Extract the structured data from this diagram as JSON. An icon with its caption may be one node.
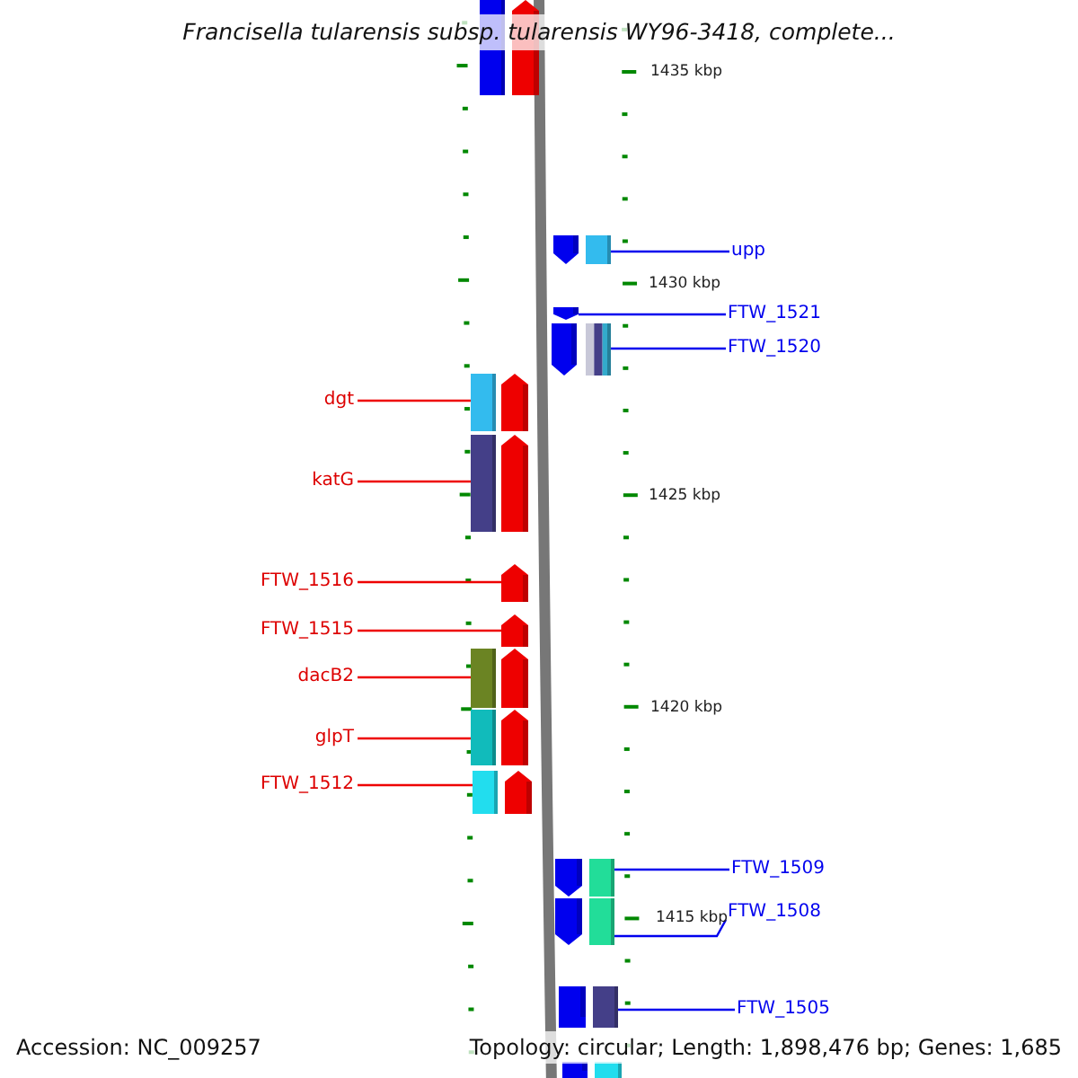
{
  "diagram": {
    "title": "Francisella tularensis subsp. tularensis WY96-3418, complete...",
    "nodes": [
      {
        "text": [],
        "shape": "arrow"
      },
      {
        "text": [
          "upp"
        ]
      },
      {
        "text": [],
        "shape": "arrow"
      },
      {
        "text": [
          "FTW_1521"
        ]
      },
      {
        "text": [],
        "shape": "arrow"
      },
      {
        "text": [
          "FTW_1520"
        ]
      },
      {
        "text": [],
        "shape": "arrow"
      },
      {
        "text": [
          "dgt"
        ]
      },
      {
        "text": [],
        "shape": "arrow"
      },
      {
        "text": [
          "katG"
        ]
      },
      {
        "text": [],
        "shape": "arrow"
      },
      {
        "text": [
          "FTW_1516"
        ]
      },
      {
        "text": [],
        "shape": "arrow"
      },
      {
        "text": [
          "FTW_1515"
        ]
      },
      {
        "text": [],
        "shape": "arrow"
      },
      {
        "text": [
          "dacB2"
        ]
      },
      {
        "text": [],
        "shape": "arrow"
      },
      {
        "text": [
          "glpT"
        ]
      },
      {
        "text": [],
        "shape": "arrow"
      },
      {
        "text": [
          "FTW_1512"
        ]
      },
      {
        "text": [],
        "shape": "arrow"
      },
      {
        "text": [
          "FTW_1509"
        ]
      },
      {
        "text": [],
        "shape": "arrow"
      },
      {
        "text": [
          "FTW_1508"
        ]
      },
      {
        "text": [],
        "shape": "arrow"
      },
      {
        "text": [
          "FTW_1505"
        ]
      },
      {
        "text": [],
        "shape": "bar"
      },
      {
        "text": [],
        "shape": "bar"
      }
    ],
    "edges": [
      {
        "from": 1,
        "to": 2,
        "arrow": "none",
        "color": "#0000ee"
      },
      {
        "from": 3,
        "to": 4,
        "arrow": "none",
        "color": "#0000ee"
      },
      {
        "from": 5,
        "to": 6,
        "arrow": "none",
        "color": "#0000ee"
      },
      {
        "from": 7,
        "to": 8,
        "arrow": "none"
      },
      {
        "from": 9,
        "to": 10,
        "arrow": "none"
      },
      {
        "from": 11,
        "to": 12,
        "arrow": "none"
      },
      {
        "from": 13,
        "to": 14,
        "arrow": "none"
      },
      {
        "from": 15,
        "to": 16,
        "arrow": "none"
      },
      {
        "from": 17,
        "to": 18,
        "arrow": "none"
      },
      {
        "from": 19,
        "to": 20,
        "arrow": "none"
      },
      {
        "from": 21,
        "to": 22,
        "arrow": "none",
        "color": "#0000ee"
      },
      {
        "from": 23,
        "to": 24,
        "arrow": "none",
        "color": "#0000ee"
      },
      {
        "from": 25,
        "to": 26,
        "arrow": "none",
        "color": "#0000ee"
      }
    ],
    "labels": [
      "1435 kbp",
      "1430 kbp",
      "1425 kbp",
      "1420 kbp",
      "1415 kbp",
      "Accession: NC_009257",
      "Topology: circular; Length: 1,898,476 bp; Genes: 1,685"
    ]
  }
}
